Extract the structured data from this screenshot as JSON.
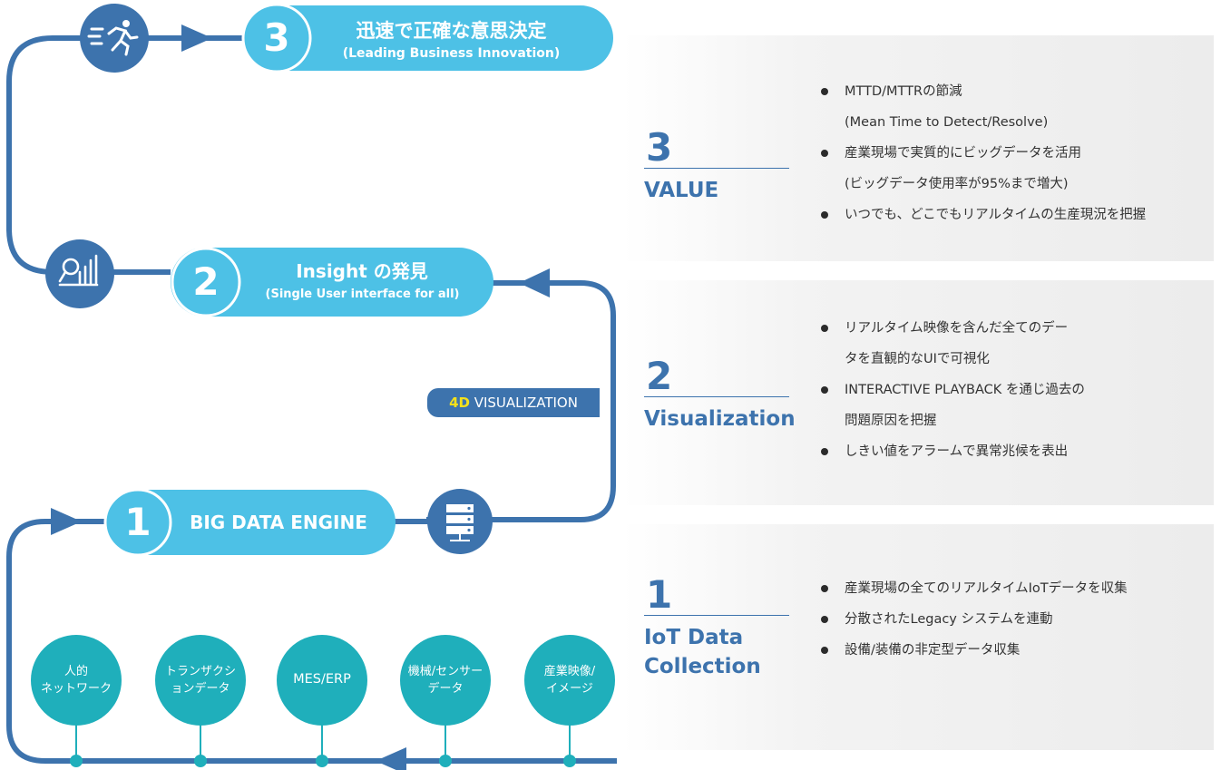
{
  "colors": {
    "dark_blue": "#3d73ad",
    "light_blue": "#4dc1e6",
    "teal": "#1fafbb",
    "highlight_yellow": "#f5e11a"
  },
  "flow": {
    "step3": {
      "number": "3",
      "title": "迅速で正確な意思決定",
      "subtitle": "(Leading Business Innovation)",
      "icon": "running-person-icon"
    },
    "step2": {
      "number": "2",
      "title": "Insight の発見",
      "subtitle": "(Single User interface for all)",
      "icon": "analytics-chart-icon"
    },
    "step1": {
      "number": "1",
      "title": "BIG DATA ENGINE",
      "icon": "server-stack-icon"
    },
    "viz_badge": {
      "highlight": "4D",
      "text": " VISUALIZATION"
    },
    "sources": [
      {
        "line1": "人的",
        "line2": "ネットワーク"
      },
      {
        "line1": "トランザクシ",
        "line2": "ョンデータ"
      },
      {
        "line1": "MES/ERP",
        "line2": ""
      },
      {
        "line1": "機械/センサー",
        "line2": "データ"
      },
      {
        "line1": "産業映像/",
        "line2": "イメージ"
      }
    ]
  },
  "panels": {
    "value": {
      "number": "3",
      "name": "VALUE",
      "bullets": [
        {
          "line1": "MTTD/MTTRの節減",
          "line2": "(Mean Time to Detect/Resolve)"
        },
        {
          "line1": "産業現場で実質的にビッグデータを活用",
          "line2": "(ビッグデータ使用率が95%まで増大)"
        },
        {
          "line1": "いつでも、どこでもリアルタイムの生産現況を把握",
          "line2": ""
        }
      ]
    },
    "visualization": {
      "number": "2",
      "name": "Visualization",
      "bullets": [
        {
          "line1": "リアルタイム映像を含んだ全てのデー",
          "line2": "タを直観的なUIで可視化"
        },
        {
          "line1": "INTERACTIVE PLAYBACK を通じ過去の",
          "line2": "問題原因を把握"
        },
        {
          "line1": "しきい値をアラームで異常兆候を表出",
          "line2": ""
        }
      ]
    },
    "iot": {
      "number": "1",
      "name_line1": "IoT Data",
      "name_line2": "Collection",
      "bullets": [
        {
          "line1": "産業現場の全てのリアルタイムIoTデータを収集"
        },
        {
          "line1": "分散されたLegacy システムを連動"
        },
        {
          "line1": "設備/装備の非定型データ収集"
        }
      ]
    }
  }
}
